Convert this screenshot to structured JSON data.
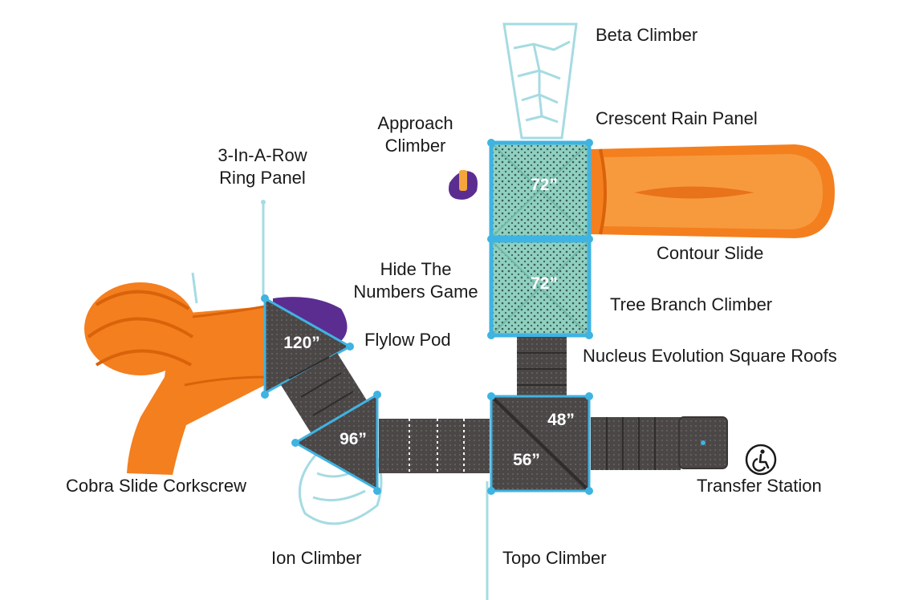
{
  "components": {
    "beta_climber": "Beta Climber",
    "crescent_rain_panel": "Crescent Rain Panel",
    "approach_climber": [
      "Approach",
      "Climber"
    ],
    "ring_panel": [
      "3-In-A-Row",
      "Ring Panel"
    ],
    "hide_numbers": [
      "Hide The",
      "Numbers Game"
    ],
    "contour_slide": "Contour Slide",
    "tree_branch_climber": "Tree Branch Climber",
    "flylow_pod": "Flylow Pod",
    "nucleus_roofs": "Nucleus Evolution Square Roofs",
    "cobra_slide": "Cobra Slide Corkscrew",
    "transfer_station": "Transfer Station",
    "ion_climber": "Ion Climber",
    "topo_climber": "Topo Climber"
  },
  "heights": {
    "roof_top": "72”",
    "roof_bottom": "72”",
    "triangle_high": "120”",
    "triangle_mid": "96”",
    "deck_upper": "48”",
    "deck_lower": "56”"
  },
  "icons": {
    "accessibility": "wheelchair-icon"
  },
  "colors": {
    "slide_orange": "#f47f1e",
    "slide_orange_dark": "#d9620a",
    "post_blue": "#3fb3e2",
    "roof_teal": "#7fc8b8",
    "deck_dark": "#4a4646",
    "pod_purple": "#5b2d91",
    "climber_outline": "#9fd6dd"
  }
}
